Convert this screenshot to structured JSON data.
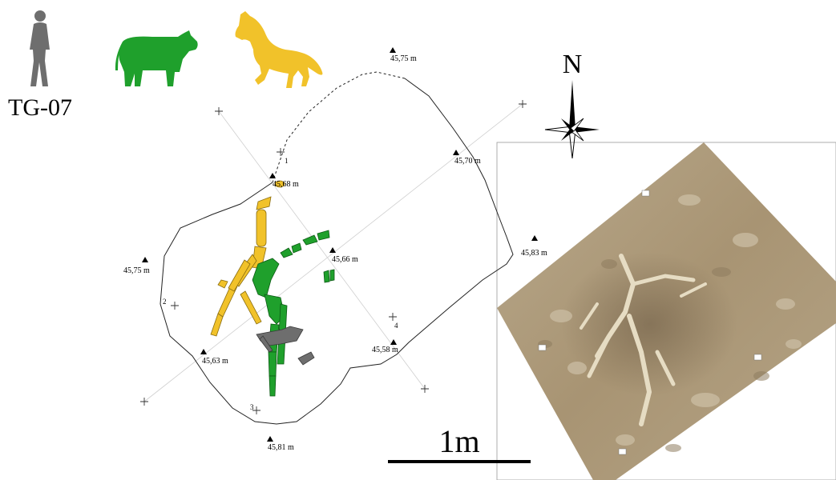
{
  "site_label": "TG-07",
  "north_label": "N",
  "scale_label": "1m",
  "legend": [
    {
      "icon": "human-icon",
      "color": "#6e6e6e"
    },
    {
      "icon": "cattle-icon",
      "color": "#1fa02c"
    },
    {
      "icon": "horse-icon",
      "color": "#f1c22a"
    }
  ],
  "colors": {
    "human": "#6e6e6e",
    "cattle": "#1fa02c",
    "horse": "#f1c22a",
    "outline": "#222222",
    "grid": "#cfcfcf"
  },
  "elevations": [
    "45,75 m",
    "45,68 m",
    "45,70 m",
    "45,66 m",
    "45,75 m",
    "45,63 m",
    "45,58 m",
    "45,81 m",
    "45,83 m"
  ],
  "grid_points": [
    "1",
    "2",
    "3",
    "4"
  ]
}
